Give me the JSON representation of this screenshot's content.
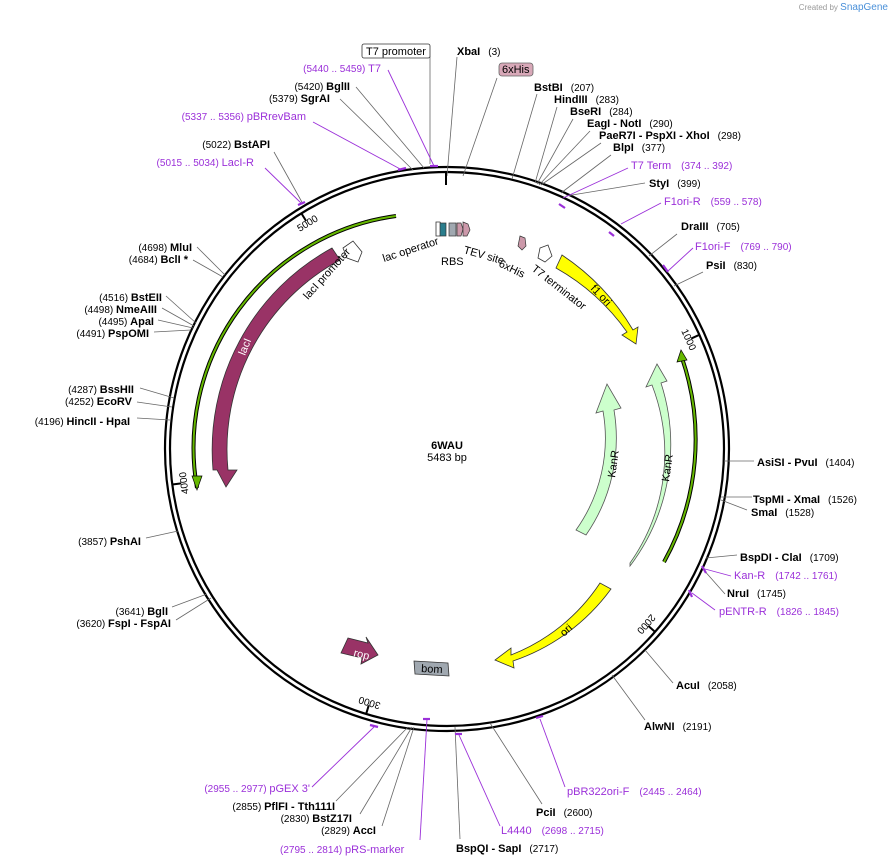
{
  "credit": {
    "created_by": "Created by",
    "brand": "SnapGene"
  },
  "plasmid": {
    "name": "6WAU",
    "size": "5483 bp",
    "length": 5483
  },
  "ticks": [
    {
      "bp": 1000,
      "label": "1000"
    },
    {
      "bp": 2000,
      "label": "2000"
    },
    {
      "bp": 3000,
      "label": "3000"
    },
    {
      "bp": 4000,
      "label": "4000"
    },
    {
      "bp": 5000,
      "label": "5000"
    }
  ],
  "enzymes": [
    {
      "id": "xbai",
      "left": "",
      "name": "XbaI",
      "right": "(3)",
      "bp": 3
    },
    {
      "id": "bstbi",
      "left": "",
      "name": "BstBI",
      "right": "(207)",
      "bp": 207
    },
    {
      "id": "hindiii",
      "left": "",
      "name": "HindIII",
      "right": "(283)",
      "bp": 283
    },
    {
      "id": "bseri",
      "left": "",
      "name": "BseRI",
      "right": "(284)",
      "bp": 284
    },
    {
      "id": "eagi",
      "left": "",
      "name": "EagI  - NotI",
      "right": "(290)",
      "bp": 290
    },
    {
      "id": "paer7i",
      "left": "",
      "name": "PaeR7I  - PspXI  - XhoI",
      "right": "(298)",
      "bp": 298
    },
    {
      "id": "blpi",
      "left": "",
      "name": "BlpI",
      "right": "(377)",
      "bp": 377
    },
    {
      "id": "styi",
      "left": "",
      "name": "StyI",
      "right": "(399)",
      "bp": 399
    },
    {
      "id": "draiii",
      "left": "",
      "name": "DraIII",
      "right": "(705)",
      "bp": 705
    },
    {
      "id": "psii",
      "left": "",
      "name": "PsiI",
      "right": "(830)",
      "bp": 830
    },
    {
      "id": "asisi",
      "left": "",
      "name": "AsiSI  - PvuI",
      "right": "(1404)",
      "bp": 1404
    },
    {
      "id": "tspmi",
      "left": "",
      "name": "TspMI  - XmaI",
      "right": "(1526)",
      "bp": 1526
    },
    {
      "id": "smai",
      "left": "",
      "name": "SmaI",
      "right": "(1528)",
      "bp": 1528
    },
    {
      "id": "bspdi",
      "left": "",
      "name": "BspDI  - ClaI",
      "right": "(1709)",
      "bp": 1709
    },
    {
      "id": "nrui",
      "left": "",
      "name": "NruI",
      "right": "(1745)",
      "bp": 1745
    },
    {
      "id": "acui",
      "left": "",
      "name": "AcuI",
      "right": "(2058)",
      "bp": 2058
    },
    {
      "id": "alwni",
      "left": "",
      "name": "AlwNI",
      "right": "(2191)",
      "bp": 2191
    },
    {
      "id": "pcii",
      "left": "",
      "name": "PciI",
      "right": "(2600)",
      "bp": 2600
    },
    {
      "id": "bspqi",
      "left": "",
      "name": "BspQI  - SapI",
      "right": "(2717)",
      "bp": 2717
    },
    {
      "id": "acci",
      "left": "(2829)",
      "name": "AccI",
      "right": "",
      "bp": 2829
    },
    {
      "id": "bstz17i",
      "left": "(2830)",
      "name": "BstZ17I",
      "right": "",
      "bp": 2830
    },
    {
      "id": "pflfi",
      "left": "(2855)",
      "name": "PflFI  - Tth111I",
      "right": "",
      "bp": 2855
    },
    {
      "id": "fspi",
      "left": "(3620)",
      "name": "FspI  - FspAI",
      "right": "",
      "bp": 3620
    },
    {
      "id": "bgli",
      "left": "(3641)",
      "name": "BglI",
      "right": "",
      "bp": 3641
    },
    {
      "id": "pshai",
      "left": "(3857)",
      "name": "PshAI",
      "right": "",
      "bp": 3857
    },
    {
      "id": "hincii",
      "left": "(4196)",
      "name": "HincII  - HpaI",
      "right": "",
      "bp": 4196
    },
    {
      "id": "ecorv",
      "left": "(4252)",
      "name": "EcoRV",
      "right": "",
      "bp": 4252
    },
    {
      "id": "bsshii",
      "left": "(4287)",
      "name": "BssHII",
      "right": "",
      "bp": 4287
    },
    {
      "id": "pspomi",
      "left": "(4491)",
      "name": "PspOMI",
      "right": "",
      "bp": 4491
    },
    {
      "id": "apai",
      "left": "(4495)",
      "name": "ApaI",
      "right": "",
      "bp": 4495
    },
    {
      "id": "nmeaiii",
      "left": "(4498)",
      "name": "NmeAIII",
      "right": "",
      "bp": 4498
    },
    {
      "id": "bsteii",
      "left": "(4516)",
      "name": "BstEII",
      "right": "",
      "bp": 4516
    },
    {
      "id": "bcli",
      "left": "(4684)",
      "name": "BclI *",
      "right": "",
      "bp": 4684
    },
    {
      "id": "mlui",
      "left": "(4698)",
      "name": "MluI",
      "right": "",
      "bp": 4698
    },
    {
      "id": "bstapi",
      "left": "(5022)",
      "name": "BstAPI",
      "right": "",
      "bp": 5022
    },
    {
      "id": "sgrai",
      "left": "(5379)",
      "name": "SgrAI",
      "right": "",
      "bp": 5379
    },
    {
      "id": "bglii",
      "left": "(5420)",
      "name": "BglII",
      "right": "",
      "bp": 5420
    }
  ],
  "primers": [
    {
      "id": "t7-term",
      "name": "T7 Term",
      "range": "(374 .. 392)",
      "bp": 383
    },
    {
      "id": "f1ori-r",
      "name": "F1ori-R",
      "range": "(559 .. 578)",
      "bp": 568
    },
    {
      "id": "f1ori-f",
      "name": "F1ori-F",
      "range": "(769 .. 790)",
      "bp": 780
    },
    {
      "id": "kan-r",
      "name": "Kan-R",
      "range": "(1742 .. 1761)",
      "bp": 1751
    },
    {
      "id": "pentr-r",
      "name": "pENTR-R",
      "range": "(1826 .. 1845)",
      "bp": 1835
    },
    {
      "id": "pbr322ori-f",
      "name": "pBR322ori-F",
      "range": "(2445 .. 2464)",
      "bp": 2455
    },
    {
      "id": "l4440",
      "name": "L4440",
      "range": "(2698 .. 2715)",
      "bp": 2706
    },
    {
      "id": "prs-marker",
      "name": "pRS-marker",
      "range": "(2795 .. 2814)",
      "bp": 2805
    },
    {
      "id": "pgex3",
      "name": "pGEX 3'",
      "range": "(2955 .. 2977)",
      "bp": 2966
    },
    {
      "id": "laci-r",
      "name": "LacI-R",
      "range": "(5015 .. 5034)",
      "bp": 5025
    },
    {
      "id": "pbrrevbam",
      "name": "pBRrevBam",
      "range": "(5337 .. 5356)",
      "bp": 5346
    },
    {
      "id": "t7",
      "name": "T7",
      "range": "(5440 .. 5459)",
      "bp": 5450
    }
  ],
  "features": [
    {
      "id": "t7-promoter",
      "name": "T7 promoter"
    },
    {
      "id": "6xhis-top",
      "name": "6xHis"
    },
    {
      "id": "lac-operator",
      "name": "lac operator"
    },
    {
      "id": "rbs",
      "name": "RBS"
    },
    {
      "id": "tev-site",
      "name": "TEV site"
    },
    {
      "id": "6xhis",
      "name": "6xHis"
    },
    {
      "id": "t7-terminator",
      "name": "T7 terminator"
    },
    {
      "id": "laci-promoter",
      "name": "lacI promoter"
    },
    {
      "id": "laci",
      "name": "lacI"
    },
    {
      "id": "f1-ori",
      "name": "f1 ori"
    },
    {
      "id": "kanr-outer",
      "name": "KanR"
    },
    {
      "id": "kanr-inner",
      "name": "KanR"
    },
    {
      "id": "ori",
      "name": "ori"
    },
    {
      "id": "rop",
      "name": "rop"
    },
    {
      "id": "bom",
      "name": "bom"
    }
  ],
  "colors": {
    "primer": "#9b30d9",
    "laci": "#993366",
    "f1ori": "#ffff00",
    "ori": "#ffff00",
    "kanr": "#ccffcc",
    "orf_line": "#66b800",
    "bom": "#a0a8b0",
    "his": "#cc99aa",
    "rbs": "#2a7d8c"
  }
}
